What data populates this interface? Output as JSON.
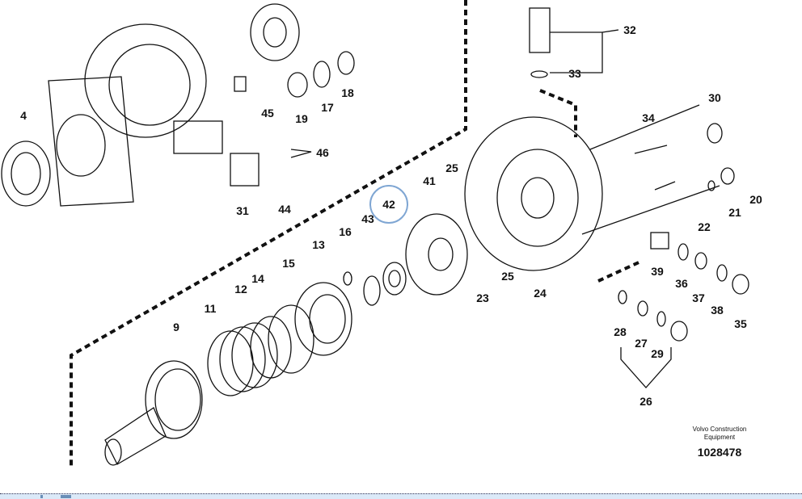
{
  "diagram": {
    "callouts": [
      "32",
      "33",
      "30",
      "34",
      "45",
      "46",
      "19",
      "17",
      "18",
      "4",
      "31",
      "44",
      "25",
      "41",
      "42",
      "43",
      "20",
      "21",
      "22",
      "16",
      "13",
      "15",
      "14",
      "12",
      "11",
      "9",
      "25",
      "23",
      "24",
      "39",
      "36",
      "37",
      "38",
      "35",
      "28",
      "27",
      "29",
      "26"
    ],
    "highlighted_callout": "42",
    "highlight_color": "#7fa6d3"
  },
  "brand": {
    "company": "Volvo Construction Equipment",
    "drawing_number": "1028478"
  }
}
